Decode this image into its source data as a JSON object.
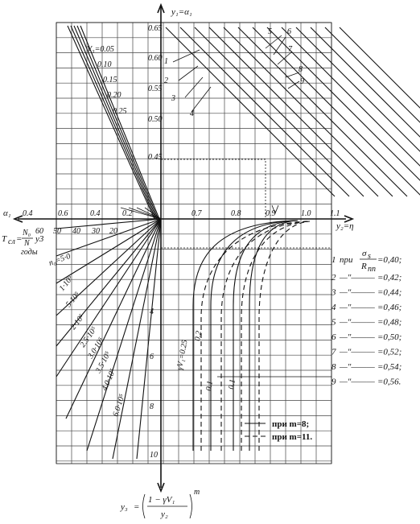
{
  "chart_data": {
    "type": "nomogram",
    "axes": {
      "top_axis_label": "y₁=α₁",
      "top_ticks": [
        "0.65",
        "0.60",
        "0.55",
        "0.50",
        "0.45"
      ],
      "right_axis_label": "y₂=η",
      "right_ticks": [
        "0.7",
        "0.8",
        "0.9",
        "1.0",
        "1.1"
      ],
      "left_axis_label": "α₁",
      "left_ticks_upper": [
        "0.4",
        "0.6",
        "0.4",
        "0.2"
      ],
      "left_ticks_lower": [
        "60",
        "50",
        "40",
        "30",
        "20"
      ],
      "bottom_ticks": [
        "4",
        "6",
        "8",
        "10"
      ]
    },
    "life_formula": {
      "lhs": "T",
      "sub": "сл",
      "eq": "=",
      "num": "N₀",
      "den": "N",
      "tail": "y3",
      "unit": "годы"
    },
    "vs_series": [
      "V₃=0.05",
      "0.10",
      "0.15",
      "0.20",
      "0.25"
    ],
    "ray_labels": [
      "n₀=5·0",
      "1·10⁵",
      "5·10⁵",
      "2·10⁵",
      "2.5·10⁵",
      "3.0·10⁵",
      "3.5·10⁵",
      "4.0·10⁵",
      "6.0·10⁵"
    ],
    "top_right_family_labels": [
      "1",
      "2",
      "3",
      "4",
      "5",
      "6",
      "7",
      "8",
      "9"
    ],
    "gv_labels": [
      "γV₁=0.25",
      "0.2",
      "0.1",
      "0.1"
    ],
    "legend_right": [
      {
        "num": "1",
        "pre": "при",
        "sigma": "σ",
        "sub": "s",
        "den": "R",
        "dsub": "пп",
        "val": "=0,40;"
      },
      {
        "num": "2",
        "val": "=0,42;"
      },
      {
        "num": "3",
        "val": "=0,44;"
      },
      {
        "num": "4",
        "val": "=0,46;"
      },
      {
        "num": "5",
        "val": "=0,48;"
      },
      {
        "num": "6",
        "val": "=0,50;"
      },
      {
        "num": "7",
        "val": "=0,52;"
      },
      {
        "num": "8",
        "val": "=0,54;"
      },
      {
        "num": "9",
        "val": "=0,56."
      }
    ],
    "ditto": "—\"———",
    "line_legend": [
      {
        "style": "solid",
        "label": "при m=8;"
      },
      {
        "style": "dashed",
        "label": "при m=11."
      }
    ],
    "bottom_formula": {
      "lhs": "y₃",
      "eq": "=",
      "num": "1 − γV₁",
      "den": "y₂",
      "exp": "m"
    }
  }
}
